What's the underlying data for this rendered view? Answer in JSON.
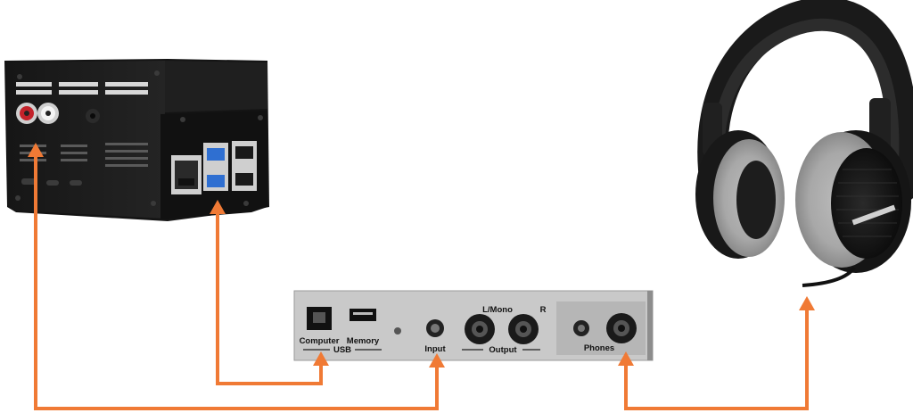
{
  "panel": {
    "usb_computer": "Computer",
    "usb_memory": "Memory",
    "usb_group": "USB",
    "input": "Input",
    "l_mono": "L/Mono",
    "r": "R",
    "output": "Output",
    "phones": "Phones"
  },
  "colors": {
    "cable": "#f07a35",
    "panel": "#c9c9c9",
    "panel_inset": "#bdbdbd",
    "box": "#1b1b1b"
  },
  "devices": [
    "raspberry-pi-box",
    "audio-interface-rear-panel",
    "studio-headphones"
  ]
}
